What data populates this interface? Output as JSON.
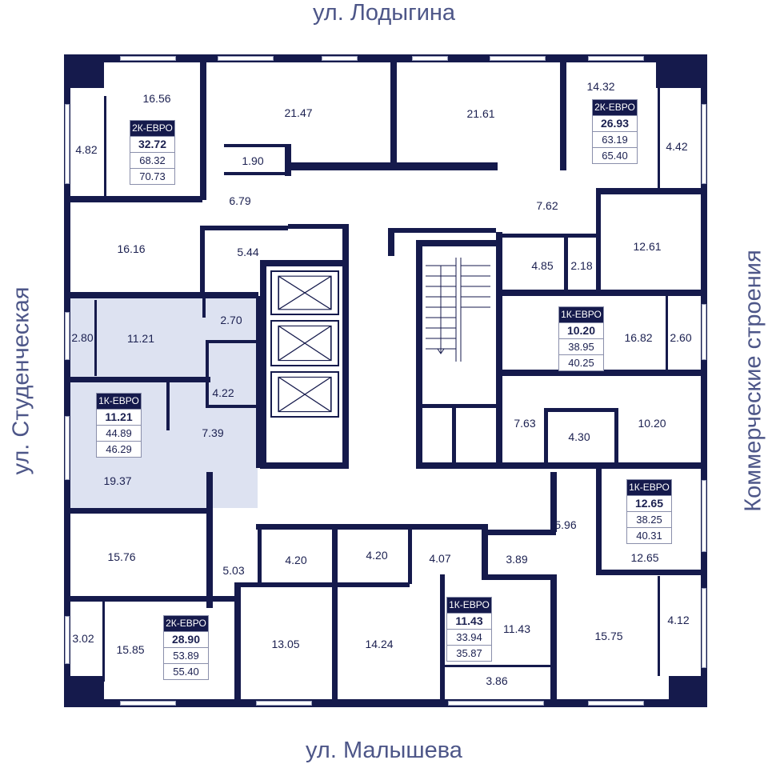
{
  "streets": {
    "top": "ул. Лодыгина",
    "bottom": "ул. Малышева",
    "left": "ул. Студенческая",
    "right": "Коммерческие строения"
  },
  "colors": {
    "wall": "#151a4c",
    "highlight": "#dde2f1",
    "street": "#4d5688"
  },
  "apartments": [
    {
      "type": "2К-ЕВРО",
      "living": "32.72",
      "total": "68.32",
      "total_with_balcony": "70.73"
    },
    {
      "type": "2К-ЕВРО",
      "living": "26.93",
      "total": "63.19",
      "total_with_balcony": "65.40"
    },
    {
      "type": "1К-ЕВРО",
      "living": "10.20",
      "total": "38.95",
      "total_with_balcony": "40.25"
    },
    {
      "type": "1К-ЕВРО",
      "living": "11.21",
      "total": "44.89",
      "total_with_balcony": "46.29",
      "highlighted": true
    },
    {
      "type": "1К-ЕВРО",
      "living": "12.65",
      "total": "38.25",
      "total_with_balcony": "40.31"
    },
    {
      "type": "2К-ЕВРО",
      "living": "28.90",
      "total": "53.89",
      "total_with_balcony": "55.40"
    },
    {
      "type": "1К-ЕВРО",
      "living": "11.43",
      "total": "33.94",
      "total_with_balcony": "35.87"
    }
  ],
  "rooms": [
    "16.56",
    "4.82",
    "21.47",
    "21.61",
    "14.32",
    "4.42",
    "1.90",
    "6.79",
    "7.62",
    "16.16",
    "5.44",
    "4.85",
    "2.18",
    "12.61",
    "2.80",
    "11.21",
    "2.70",
    "4.22",
    "7.39",
    "19.37",
    "16.82",
    "2.60",
    "7.63",
    "4.30",
    "10.20",
    "5.96",
    "12.65",
    "15.76",
    "5.03",
    "4.20",
    "4.20",
    "4.07",
    "3.89",
    "11.43",
    "3.02",
    "15.85",
    "13.05",
    "14.24",
    "15.75",
    "4.12",
    "3.86"
  ]
}
